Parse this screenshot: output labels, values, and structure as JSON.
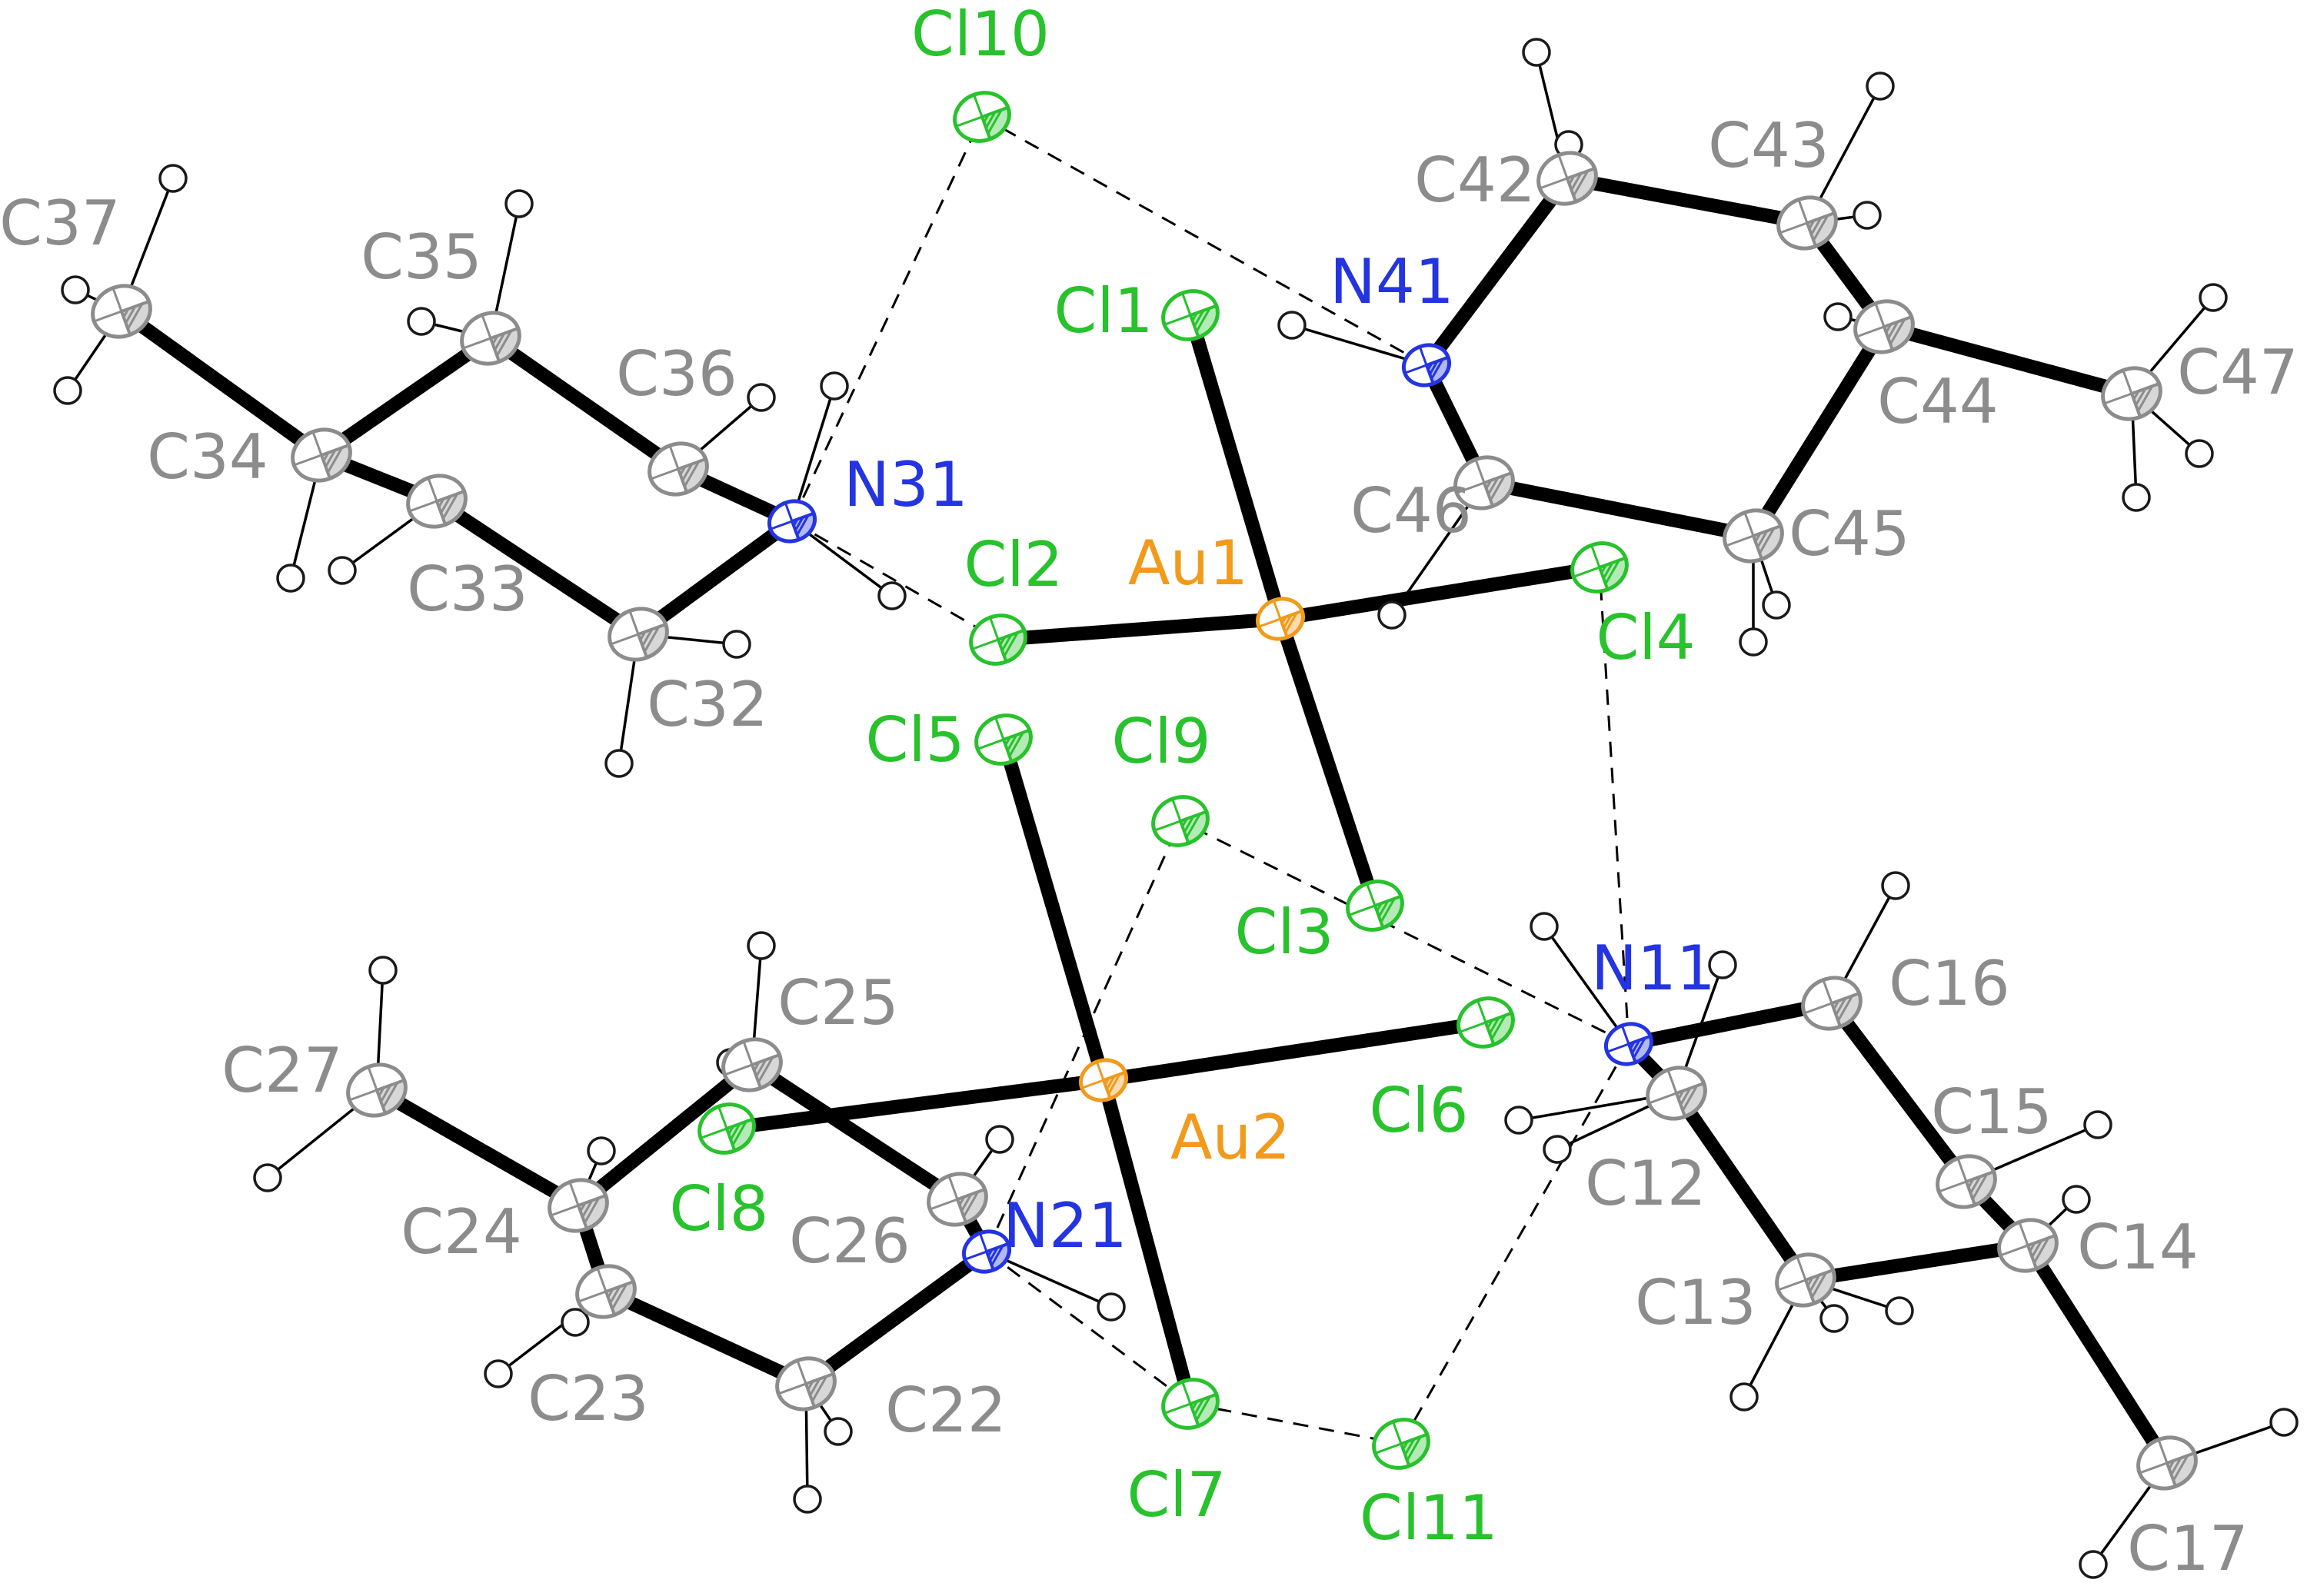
{
  "colors": {
    "carbon": "#8c8c8c",
    "chlorine": "#27c22c",
    "nitrogen": "#2334e0",
    "gold": "#f29a1c"
  },
  "atoms": [
    {
      "id": "Au1",
      "element": "Au"
    },
    {
      "id": "Au2",
      "element": "Au"
    },
    {
      "id": "Cl1",
      "element": "Cl"
    },
    {
      "id": "Cl2",
      "element": "Cl"
    },
    {
      "id": "Cl3",
      "element": "Cl"
    },
    {
      "id": "Cl4",
      "element": "Cl"
    },
    {
      "id": "Cl5",
      "element": "Cl"
    },
    {
      "id": "Cl6",
      "element": "Cl"
    },
    {
      "id": "Cl7",
      "element": "Cl"
    },
    {
      "id": "Cl8",
      "element": "Cl"
    },
    {
      "id": "Cl9",
      "element": "Cl"
    },
    {
      "id": "Cl10",
      "element": "Cl"
    },
    {
      "id": "Cl11",
      "element": "Cl"
    },
    {
      "id": "N11",
      "element": "N"
    },
    {
      "id": "N21",
      "element": "N"
    },
    {
      "id": "N31",
      "element": "N"
    },
    {
      "id": "N41",
      "element": "N"
    },
    {
      "id": "C12",
      "element": "C"
    },
    {
      "id": "C13",
      "element": "C"
    },
    {
      "id": "C14",
      "element": "C"
    },
    {
      "id": "C15",
      "element": "C"
    },
    {
      "id": "C16",
      "element": "C"
    },
    {
      "id": "C17",
      "element": "C"
    },
    {
      "id": "C22",
      "element": "C"
    },
    {
      "id": "C23",
      "element": "C"
    },
    {
      "id": "C24",
      "element": "C"
    },
    {
      "id": "C25",
      "element": "C"
    },
    {
      "id": "C26",
      "element": "C"
    },
    {
      "id": "C27",
      "element": "C"
    },
    {
      "id": "C32",
      "element": "C"
    },
    {
      "id": "C33",
      "element": "C"
    },
    {
      "id": "C34",
      "element": "C"
    },
    {
      "id": "C35",
      "element": "C"
    },
    {
      "id": "C36",
      "element": "C"
    },
    {
      "id": "C37",
      "element": "C"
    },
    {
      "id": "C42",
      "element": "C"
    },
    {
      "id": "C43",
      "element": "C"
    },
    {
      "id": "C44",
      "element": "C"
    },
    {
      "id": "C45",
      "element": "C"
    },
    {
      "id": "C46",
      "element": "C"
    },
    {
      "id": "C47",
      "element": "C"
    }
  ],
  "bonds": [
    [
      "Au1",
      "Cl1"
    ],
    [
      "Au1",
      "Cl2"
    ],
    [
      "Au1",
      "Cl3"
    ],
    [
      "Au1",
      "Cl4"
    ],
    [
      "Au2",
      "Cl5"
    ],
    [
      "Au2",
      "Cl6"
    ],
    [
      "Au2",
      "Cl7"
    ],
    [
      "Au2",
      "Cl8"
    ],
    [
      "N11",
      "C12"
    ],
    [
      "N11",
      "C16"
    ],
    [
      "C12",
      "C13"
    ],
    [
      "C13",
      "C14"
    ],
    [
      "C14",
      "C15"
    ],
    [
      "C15",
      "C16"
    ],
    [
      "C14",
      "C17"
    ],
    [
      "N21",
      "C22"
    ],
    [
      "N21",
      "C26"
    ],
    [
      "C22",
      "C23"
    ],
    [
      "C23",
      "C24"
    ],
    [
      "C24",
      "C25"
    ],
    [
      "C25",
      "C26"
    ],
    [
      "C24",
      "C27"
    ],
    [
      "N31",
      "C32"
    ],
    [
      "N31",
      "C36"
    ],
    [
      "C32",
      "C33"
    ],
    [
      "C33",
      "C34"
    ],
    [
      "C34",
      "C35"
    ],
    [
      "C35",
      "C36"
    ],
    [
      "C34",
      "C37"
    ],
    [
      "N41",
      "C42"
    ],
    [
      "N41",
      "C46"
    ],
    [
      "C42",
      "C43"
    ],
    [
      "C43",
      "C44"
    ],
    [
      "C44",
      "C45"
    ],
    [
      "C45",
      "C46"
    ],
    [
      "C44",
      "C47"
    ]
  ],
  "hydrogen_bonds": [
    [
      "N31",
      "Cl10"
    ],
    [
      "N41",
      "Cl10"
    ],
    [
      "N31",
      "Cl2"
    ],
    [
      "N11",
      "Cl9"
    ],
    [
      "N11",
      "Cl4"
    ],
    [
      "N11",
      "Cl11"
    ],
    [
      "N21",
      "Cl9"
    ],
    [
      "N21",
      "Cl7"
    ],
    [
      "Cl7",
      "Cl11"
    ]
  ]
}
